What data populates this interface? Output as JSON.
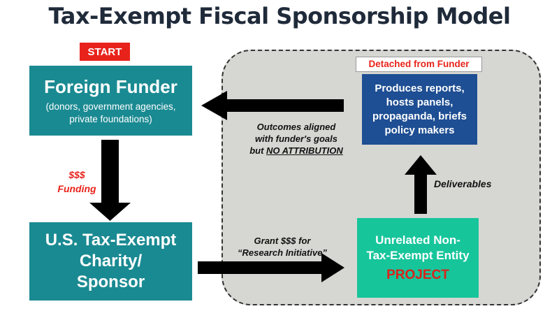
{
  "title": "Tax-Exempt Fiscal Sponsorship Model",
  "start_label": "START",
  "foreign_funder": {
    "title": "Foreign Funder",
    "subtitle_lines": [
      "(donors, government agencies,",
      "private foundations)"
    ]
  },
  "charity": {
    "lines": [
      "U.S. Tax-Exempt",
      "Charity/",
      "Sponsor"
    ]
  },
  "detached_label": "Detached from Funder",
  "produces": {
    "lines": [
      "Produces reports,",
      "hosts panels,",
      "propaganda, briefs",
      "policy makers"
    ]
  },
  "unrelated": {
    "lines": [
      "Unrelated Non-",
      "Tax-Exempt Entity"
    ],
    "project": "PROJECT"
  },
  "funding_label": {
    "line1": "$$$",
    "line2": "Funding"
  },
  "outcomes_label": {
    "line1": "Outcomes aligned",
    "line2": "with funder's goals",
    "line3_prefix": "but ",
    "line3_underlined": "NO ATTRIBUTION"
  },
  "grant_label": {
    "line1": "Grant $$$ for",
    "line2": "“Research Initiative”"
  },
  "deliverables_label": "Deliverables",
  "colors": {
    "teal": "#1a8a92",
    "navy": "#1e4e93",
    "green": "#17c59b",
    "red": "#e8231b",
    "panel": "#d6d7d3"
  }
}
